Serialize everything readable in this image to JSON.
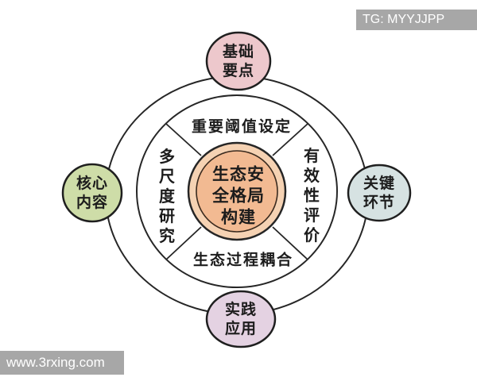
{
  "watermark_top": {
    "label": "TG: MYYJJPP",
    "bg": "#a7a7a7",
    "text_color": "#ffffff"
  },
  "watermark_bottom": {
    "label": "www.3rxing.com",
    "bg": "#a7a7a7",
    "text_color": "#ffffff"
  },
  "diagram": {
    "stroke": "#262626",
    "background": "#ffffff",
    "center": {
      "lines": [
        "生态安",
        "全格局",
        "构建"
      ],
      "fill": "#f2ba92",
      "halo_fill": "#f5d2b3",
      "inner_stroke": "#3a2a1e"
    },
    "ring_segments": {
      "top": "重要阈值设定",
      "right": "有效性评价",
      "bottom": "生态过程耦合",
      "left": "多尺度研究"
    },
    "satellites": {
      "top": {
        "line1": "基础",
        "line2": "要点",
        "fill": "#edc8cc"
      },
      "left": {
        "line1": "核心",
        "line2": "内容",
        "fill": "#cedda8"
      },
      "right": {
        "line1": "关键",
        "line2": "环节",
        "fill": "#d6e2e2"
      },
      "bottom": {
        "line1": "实践",
        "line2": "应用",
        "fill": "#e4d2e2"
      }
    }
  }
}
